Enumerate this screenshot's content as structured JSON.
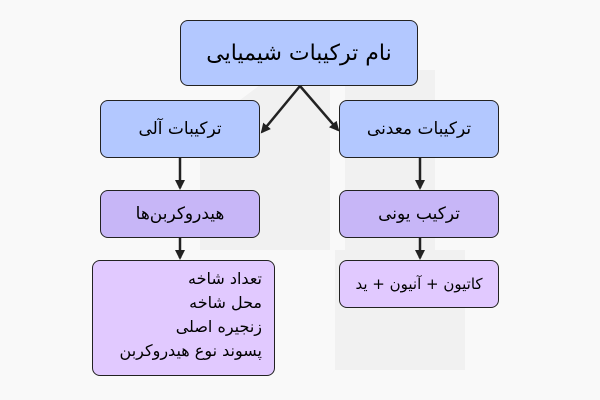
{
  "diagram": {
    "root": {
      "label": "نام ترکیبات شیمیایی"
    },
    "organic": {
      "label": "ترکیبات آلی"
    },
    "mineral": {
      "label": "ترکیبات معدنی"
    },
    "hydrocarbons": {
      "label": "هیدروکربن‌ها"
    },
    "ionic": {
      "label": "ترکیب یونی"
    },
    "naming_steps": {
      "items": [
        {
          "label": "تعداد شاخه"
        },
        {
          "label": "محل شاخه"
        },
        {
          "label": "زنجیره اصلی"
        },
        {
          "label": "پسوند نوع هیدروکربن"
        }
      ]
    },
    "ion_formula": {
      "label": "کاتیون + آنیون + ید"
    }
  },
  "colors": {
    "background": "#f9f9f9",
    "level1": "#b3c8ff",
    "level2": "#c7b6f7",
    "level3": "#e1c9ff",
    "border": "#222222"
  }
}
